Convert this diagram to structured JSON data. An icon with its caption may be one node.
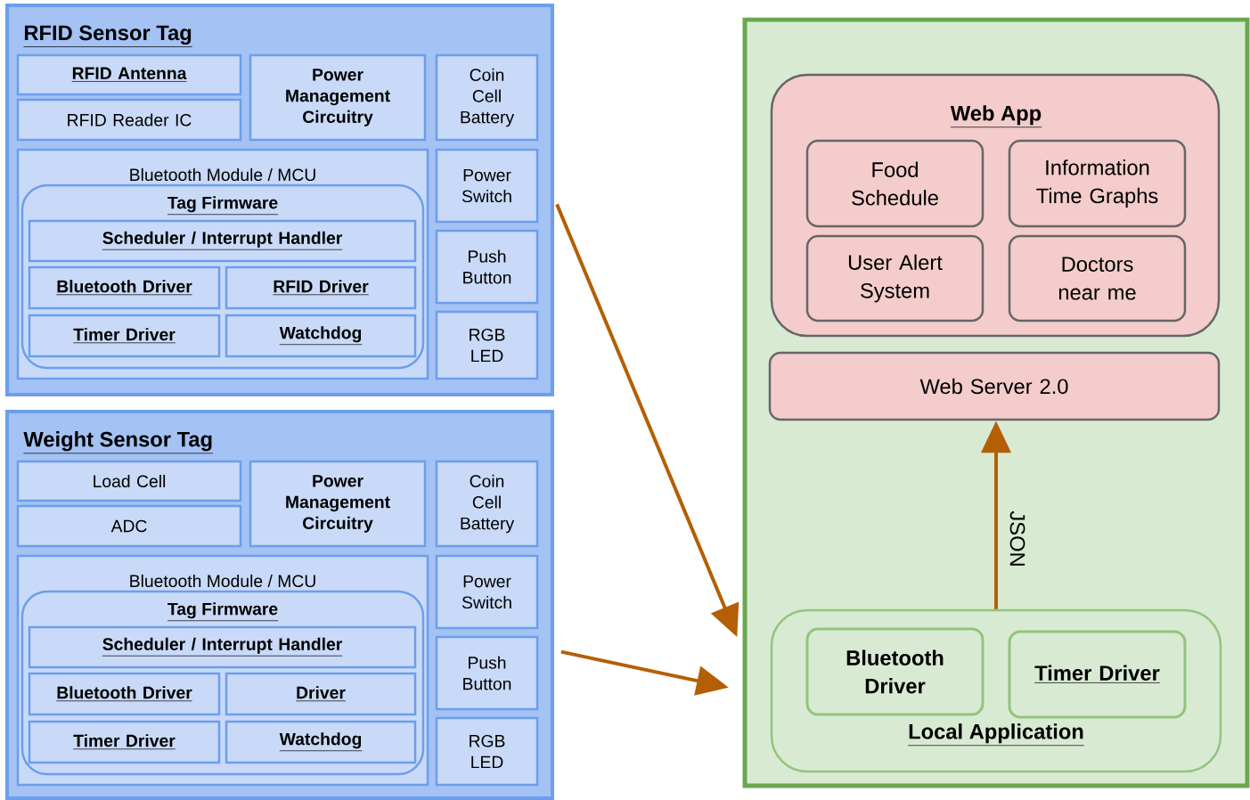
{
  "diagram": {
    "nodes": [
      {
        "text": [
          "RFID Sensor Tag"
        ]
      },
      {
        "text": [
          "RFID Antenna"
        ],
        "in": 0
      },
      {
        "text": [
          "RFID Reader IC"
        ],
        "in": 0
      },
      {
        "text": [
          "Power Management Circuitry"
        ],
        "in": 0
      },
      {
        "text": [
          "Coin Cell Battery"
        ],
        "in": 0
      },
      {
        "text": [
          "Bluetooth Module / MCU"
        ],
        "in": 0
      },
      {
        "text": [
          "Tag Firmware"
        ],
        "in": 5
      },
      {
        "text": [
          "Scheduler / Interrupt Handler"
        ],
        "in": 6
      },
      {
        "text": [
          "Bluetooth Driver"
        ],
        "in": 6
      },
      {
        "text": [
          "RFID Driver"
        ],
        "in": 6
      },
      {
        "text": [
          "Timer Driver"
        ],
        "in": 6
      },
      {
        "text": [
          "Watchdog"
        ],
        "in": 6
      },
      {
        "text": [
          "Power Switch"
        ],
        "in": 0
      },
      {
        "text": [
          "Push Button"
        ],
        "in": 0
      },
      {
        "text": [
          "RGB LED"
        ],
        "in": 0
      },
      {
        "text": [
          "Weight Sensor Tag"
        ]
      },
      {
        "text": [
          "Load Cell"
        ],
        "in": 15
      },
      {
        "text": [
          "ADC"
        ],
        "in": 15
      },
      {
        "text": [
          "Power Management Circuitry"
        ],
        "in": 15
      },
      {
        "text": [
          "Coin Cell Battery"
        ],
        "in": 15
      },
      {
        "text": [
          "Bluetooth Module / MCU"
        ],
        "in": 15
      },
      {
        "text": [
          "Tag Firmware"
        ],
        "in": 20
      },
      {
        "text": [
          "Scheduler / Interrupt Handler"
        ],
        "in": 21
      },
      {
        "text": [
          "Bluetooth Driver"
        ],
        "in": 21
      },
      {
        "text": [
          "Driver"
        ],
        "in": 21
      },
      {
        "text": [
          "Timer Driver"
        ],
        "in": 21
      },
      {
        "text": [
          "Watchdog"
        ],
        "in": 21
      },
      {
        "text": [
          "Power Switch"
        ],
        "in": 15
      },
      {
        "text": [
          "Push Button"
        ],
        "in": 15
      },
      {
        "text": [
          "RGB LED"
        ],
        "in": 15
      },
      {
        "text": [],
        "shape": "box"
      },
      {
        "text": [
          "Web App"
        ],
        "in": 30
      },
      {
        "text": [
          "Food Schedule"
        ],
        "in": 31
      },
      {
        "text": [
          "Information Time Graphs"
        ],
        "in": 31
      },
      {
        "text": [
          "User Alert System"
        ],
        "in": 31
      },
      {
        "text": [
          "Doctors near me"
        ],
        "in": 31
      },
      {
        "text": [
          "Web Server 2.0"
        ],
        "in": 30
      },
      {
        "text": [
          "Local Application"
        ],
        "in": 30
      },
      {
        "text": [
          "Bluetooth Driver"
        ],
        "in": 37
      },
      {
        "text": [
          "Timer Driver"
        ],
        "in": 37
      }
    ],
    "edges": [
      {
        "from": 0,
        "to": 30,
        "arrow": "to"
      },
      {
        "from": 15,
        "to": 30,
        "arrow": "to"
      },
      {
        "from": 37,
        "to": 36,
        "arrow": "to",
        "label": "JSON"
      }
    ]
  }
}
